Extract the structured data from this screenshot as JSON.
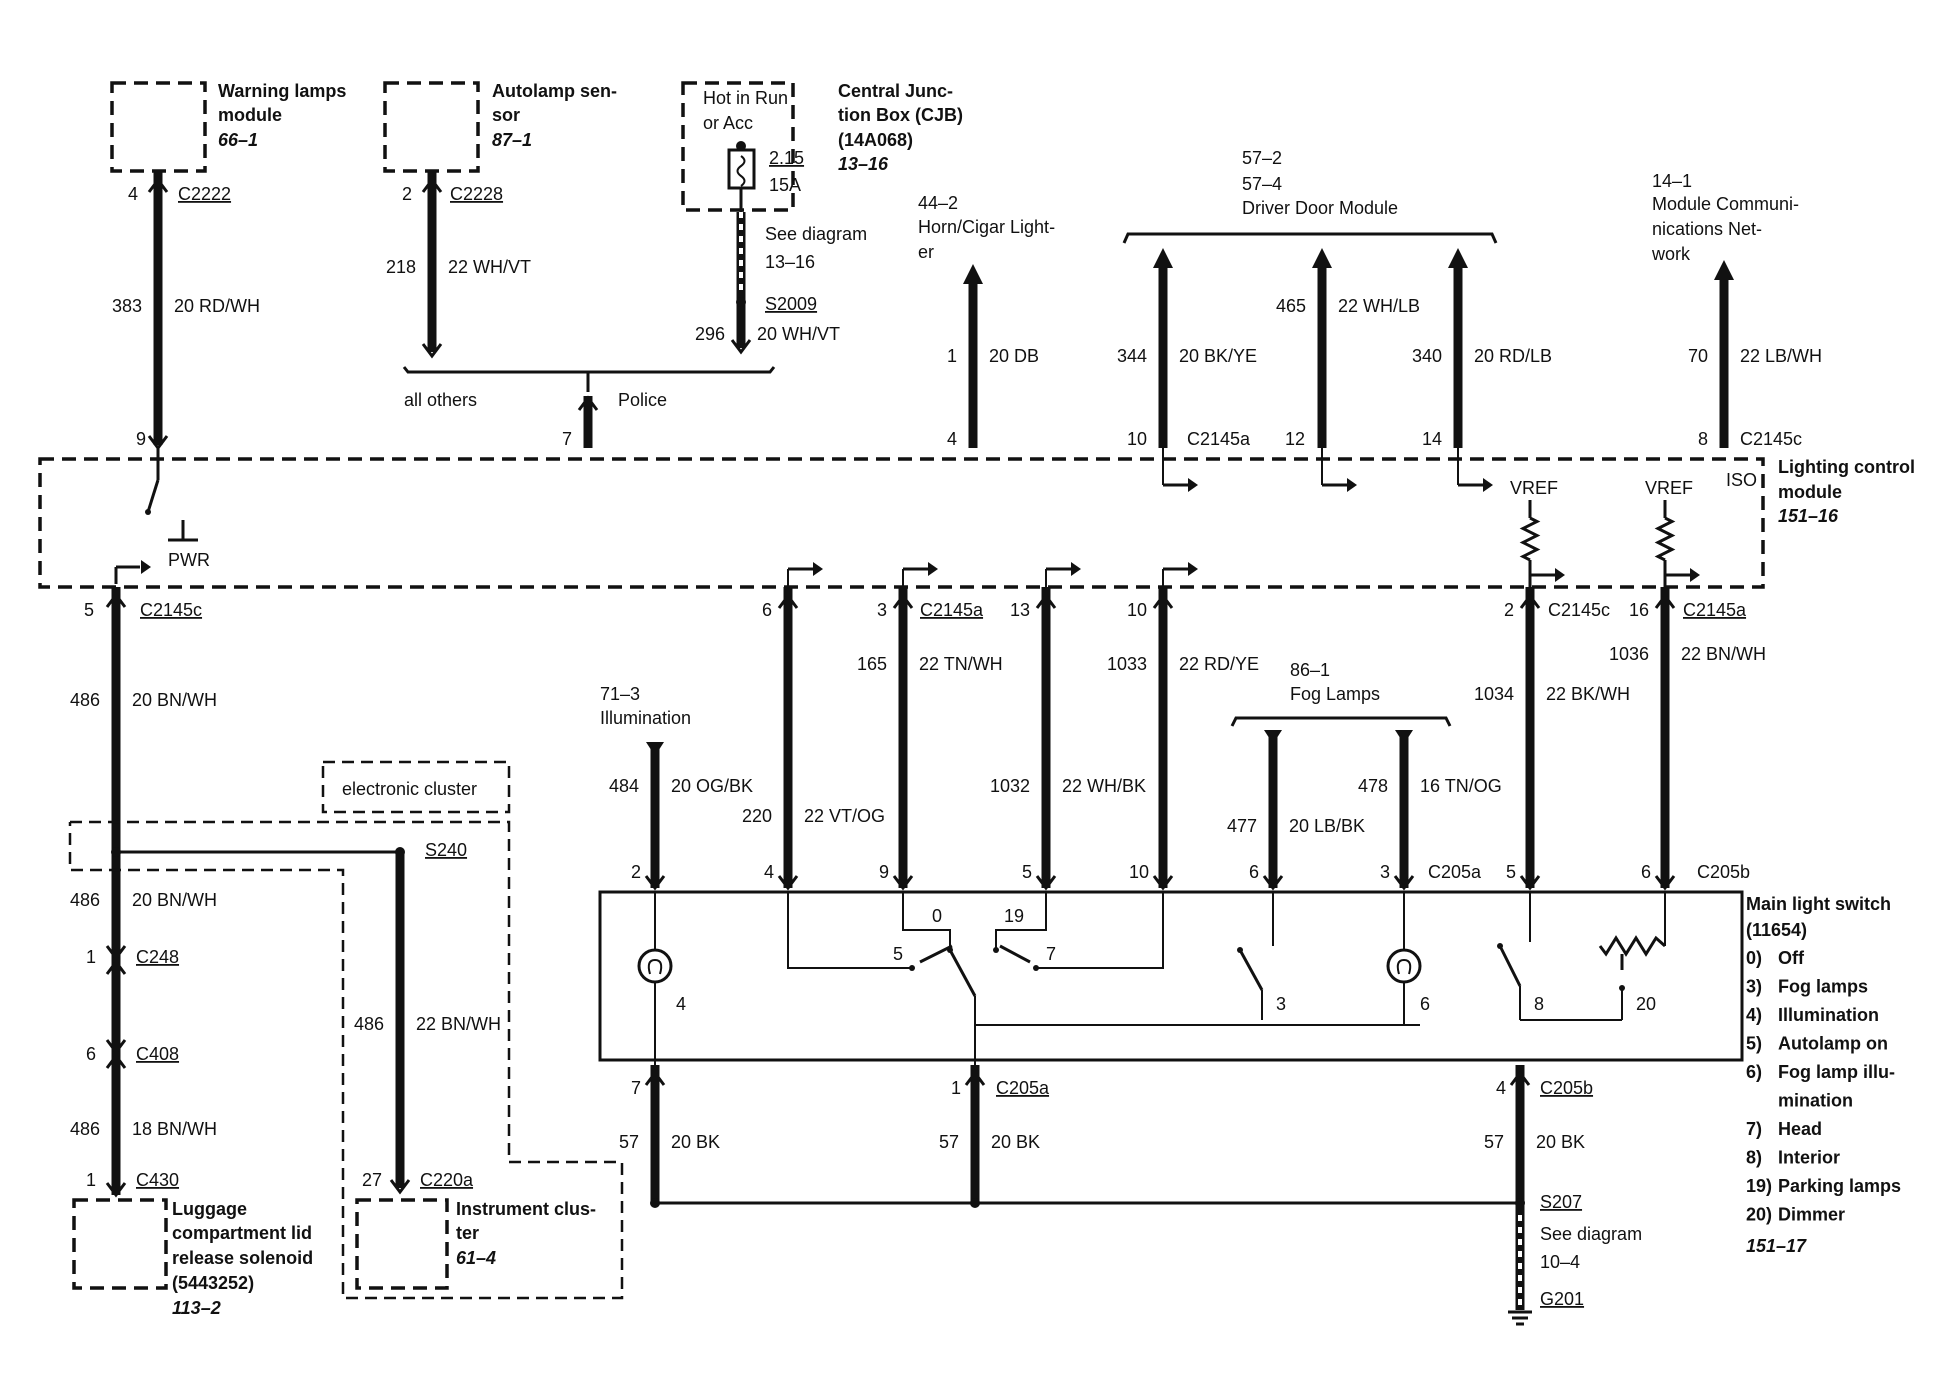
{
  "components": {
    "warning_lamps": {
      "name_lines": [
        "Warning lamps",
        "module"
      ],
      "ref": "66–1"
    },
    "autolamp_sensor": {
      "name_lines": [
        "Autolamp sen-",
        "sor"
      ],
      "ref": "87–1"
    },
    "cjb": {
      "name_lines": [
        "Central Junc-",
        "tion Box (CJB)",
        "(14A068)"
      ],
      "ref": "13–16",
      "hot_lines": [
        "Hot in Run",
        "or Acc"
      ],
      "fuse_num": "2.15",
      "fuse_amp": "15A"
    },
    "horn": {
      "ref": "44–2",
      "name_lines": [
        "Horn/Cigar Light-",
        "er"
      ]
    },
    "driver_door": {
      "refs": [
        "57–2",
        "57–4"
      ],
      "name": "Driver Door Module"
    },
    "mcn": {
      "ref": "14–1",
      "name_lines": [
        "Module Communi-",
        "nications Net-",
        "work"
      ]
    },
    "lcm": {
      "name_lines": [
        "Lighting control",
        "module"
      ],
      "ref": "151–16"
    },
    "illumination": {
      "ref": "71–3",
      "name": "Illumination"
    },
    "fog_lamps": {
      "ref": "86–1",
      "name": "Fog Lamps"
    },
    "electronic_cluster": "electronic cluster",
    "luggage": {
      "name_lines": [
        "Luggage",
        "compartment lid",
        "release solenoid",
        "(5443252)"
      ],
      "ref": "113–2"
    },
    "instrument_cluster": {
      "name_lines": [
        "Instrument clus-",
        "ter"
      ],
      "ref": "61–4"
    },
    "main_switch": {
      "name_lines": [
        "Main light switch",
        "(11654)"
      ],
      "positions": [
        {
          "num": "0)",
          "label": "Off"
        },
        {
          "num": "3)",
          "label": "Fog lamps"
        },
        {
          "num": "4)",
          "label": "Illumination"
        },
        {
          "num": "5)",
          "label": "Autolamp on"
        },
        {
          "num": "6)",
          "label": "Fog lamp illu-"
        },
        {
          "num": "",
          "label": "mination"
        },
        {
          "num": "7)",
          "label": "Head"
        },
        {
          "num": "8)",
          "label": "Interior"
        },
        {
          "num": "19)",
          "label": "Parking lamps"
        },
        {
          "num": "20)",
          "label": "Dimmer"
        }
      ],
      "ref": "151–17"
    }
  },
  "labels": {
    "see_diagram": "See diagram",
    "see_13_16": "13–16",
    "see_10_4": "10–4",
    "all_others": "all others",
    "police": "Police",
    "pwr": "PWR",
    "vref": "VREF",
    "iso": "ISO"
  },
  "connectors": {
    "C2222": "C2222",
    "C2228": "C2228",
    "S2009": "S2009",
    "C2145a": "C2145a",
    "C2145c": "C2145c",
    "C205a": "C205a",
    "C205b": "C205b",
    "S240": "S240",
    "C248": "C248",
    "C408": "C408",
    "C430": "C430",
    "C220a": "C220a",
    "S207": "S207",
    "G201": "G201"
  },
  "wires": [
    {
      "circuit": "383",
      "spec": "20 RD/WH"
    },
    {
      "circuit": "218",
      "spec": "22 WH/VT"
    },
    {
      "circuit": "296",
      "spec": "20 WH/VT"
    },
    {
      "circuit": "1",
      "spec": "20 DB"
    },
    {
      "circuit": "344",
      "spec": "20 BK/YE"
    },
    {
      "circuit": "465",
      "spec": "22 WH/LB"
    },
    {
      "circuit": "340",
      "spec": "20 RD/LB"
    },
    {
      "circuit": "70",
      "spec": "22 LB/WH"
    },
    {
      "circuit": "486",
      "spec": "20 BN/WH"
    },
    {
      "circuit": "165",
      "spec": "22 TN/WH"
    },
    {
      "circuit": "1033",
      "spec": "22 RD/YE"
    },
    {
      "circuit": "1036",
      "spec": "22 BN/WH"
    },
    {
      "circuit": "1034",
      "spec": "22 BK/WH"
    },
    {
      "circuit": "484",
      "spec": "20 OG/BK"
    },
    {
      "circuit": "220",
      "spec": "22 VT/OG"
    },
    {
      "circuit": "1032",
      "spec": "22 WH/BK"
    },
    {
      "circuit": "477",
      "spec": "20 LB/BK"
    },
    {
      "circuit": "478",
      "spec": "16 TN/OG"
    },
    {
      "circuit": "486",
      "spec": "20 BN/WH"
    },
    {
      "circuit": "486",
      "spec": "22 BN/WH"
    },
    {
      "circuit": "486",
      "spec": "18 BN/WH"
    },
    {
      "circuit": "57",
      "spec": "20 BK"
    },
    {
      "circuit": "57",
      "spec": "20 BK"
    },
    {
      "circuit": "57",
      "spec": "20 BK"
    }
  ],
  "pins": {
    "p4": "4",
    "p2": "2",
    "p9": "9",
    "p7": "7",
    "p10": "10",
    "p12": "12",
    "p14": "14",
    "p8": "8",
    "p5": "5",
    "p6": "6",
    "p3": "3",
    "p13": "13",
    "p16": "16",
    "p1": "1",
    "p27": "27",
    "s0": "0",
    "s19": "19",
    "s20": "20"
  }
}
